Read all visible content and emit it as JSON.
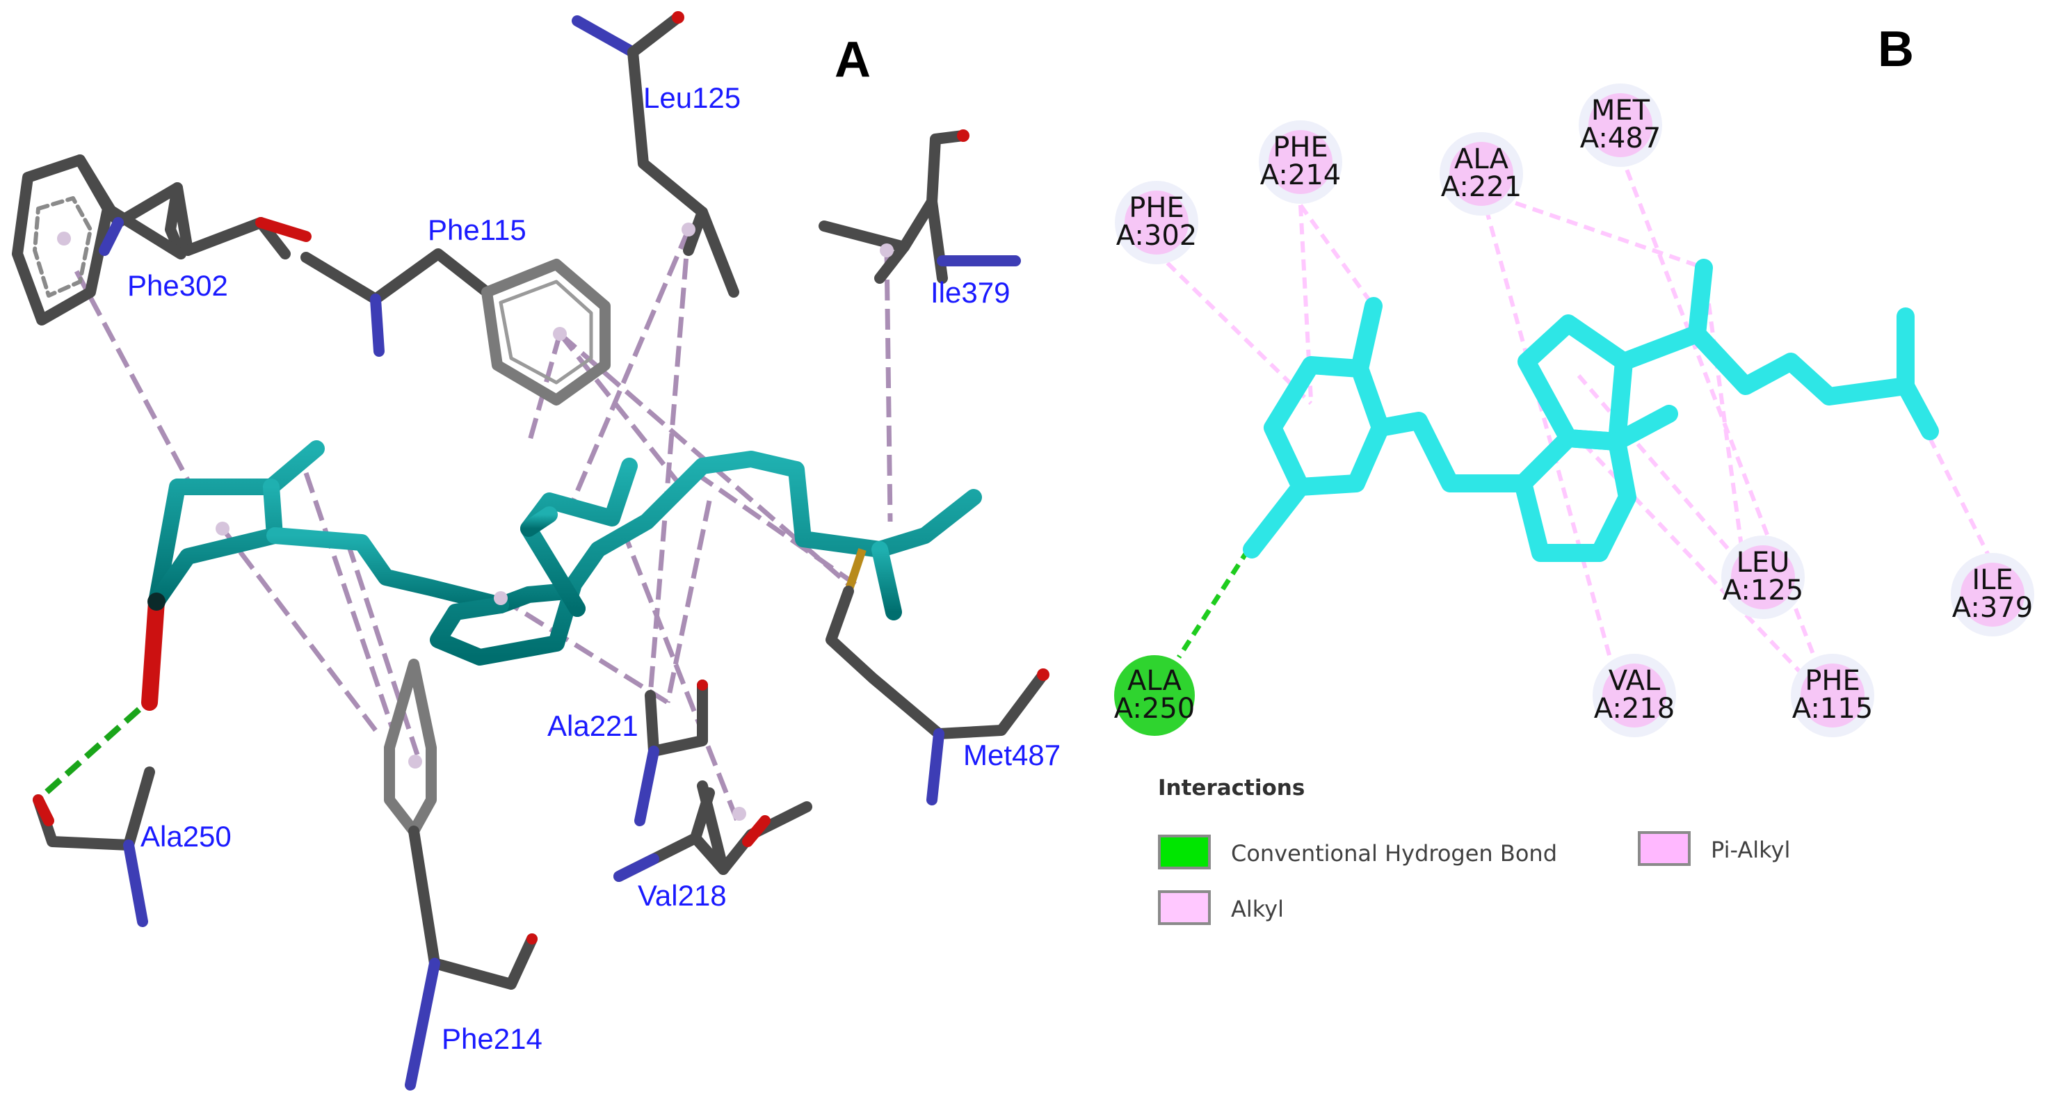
{
  "panels": {
    "a": {
      "label": "A"
    },
    "b": {
      "label": "B"
    }
  },
  "panel_a": {
    "residues": [
      {
        "id": "phe302",
        "label": "Phe302"
      },
      {
        "id": "phe115",
        "label": "Phe115"
      },
      {
        "id": "leu125",
        "label": "Leu125"
      },
      {
        "id": "ile379",
        "label": "Ile379"
      },
      {
        "id": "ala221",
        "label": "Ala221"
      },
      {
        "id": "met487",
        "label": "Met487"
      },
      {
        "id": "ala250",
        "label": "Ala250"
      },
      {
        "id": "val218",
        "label": "Val218"
      },
      {
        "id": "phe214",
        "label": "Phe214"
      }
    ],
    "colors": {
      "label": "#1a1aff",
      "ligand": "#008b8b",
      "residue": "#4a4a4a",
      "hbond": "#1aa51a",
      "pi_alkyl": "#9b7aa8",
      "oxygen": "#cc1111",
      "nitrogen": "#3d3db5",
      "sulfur": "#b88a1a"
    }
  },
  "panel_b": {
    "residues": [
      {
        "id": "phe302",
        "name": "PHE",
        "number": "A:302",
        "type": "pi_alkyl"
      },
      {
        "id": "phe214",
        "name": "PHE",
        "number": "A:214",
        "type": "pi_alkyl"
      },
      {
        "id": "ala221",
        "name": "ALA",
        "number": "A:221",
        "type": "alkyl"
      },
      {
        "id": "met487",
        "name": "MET",
        "number": "A:487",
        "type": "alkyl"
      },
      {
        "id": "ala250",
        "name": "ALA",
        "number": "A:250",
        "type": "hbond"
      },
      {
        "id": "val218",
        "name": "VAL",
        "number": "A:218",
        "type": "alkyl"
      },
      {
        "id": "leu125",
        "name": "LEU",
        "number": "A:125",
        "type": "alkyl"
      },
      {
        "id": "phe115",
        "name": "PHE",
        "number": "A:115",
        "type": "pi_alkyl"
      },
      {
        "id": "ile379",
        "name": "ILE",
        "number": "A:379",
        "type": "alkyl"
      }
    ],
    "colors": {
      "ligand": "#2ee6e6",
      "hbond": "#1ecc1e",
      "alkyl": "#ffc8ff",
      "pi_alkyl": "#ffb3ff",
      "node_fill": "#f6c6f6",
      "node_halo": "#eef0fa",
      "hbond_fill": "#2fd42f"
    }
  },
  "legend": {
    "title": "Interactions",
    "items": [
      {
        "label": "Conventional Hydrogen Bond",
        "color": "#00e600"
      },
      {
        "label": "Alkyl",
        "color": "#ffc8ff"
      },
      {
        "label": "Pi-Alkyl",
        "color": "#ffb8ff"
      }
    ]
  }
}
